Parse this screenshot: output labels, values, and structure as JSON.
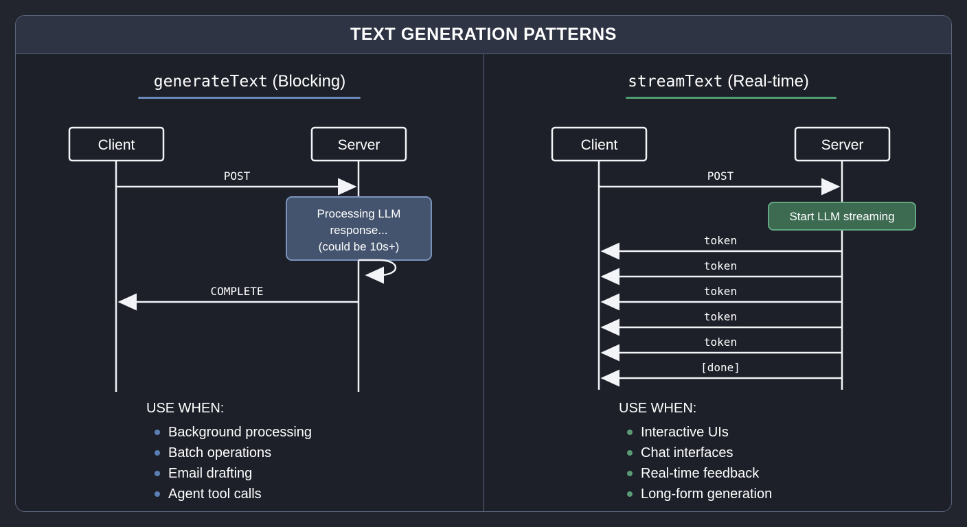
{
  "header": {
    "title": "TEXT GENERATION PATTERNS"
  },
  "accents": {
    "blue_underline": "#6b89b8",
    "green_underline": "#4f9e72",
    "note_blue_fill": "#44546e",
    "note_blue_border": "#7b93bb",
    "note_green_fill": "#3d6b52",
    "note_green_border": "#63a882",
    "line": "#f2f4f8",
    "card_bg": "#1d2029",
    "header_bg": "#2e3444",
    "border": "#5b6479"
  },
  "left_panel": {
    "heading_mono": "generateText",
    "heading_rest": " (Blocking)",
    "actors": [
      {
        "name": "Client"
      },
      {
        "name": "Server"
      }
    ],
    "messages": [
      {
        "label": "POST",
        "direction": "right"
      },
      {
        "label": "COMPLETE",
        "direction": "left"
      }
    ],
    "self_message": {
      "label": ""
    },
    "note": {
      "lines": [
        "Processing LLM",
        "response...",
        "(could be 10s+)"
      ]
    },
    "use_when": {
      "title": "USE WHEN:",
      "items": [
        "Background processing",
        "Batch operations",
        "Email drafting",
        "Agent tool calls"
      ]
    }
  },
  "right_panel": {
    "heading_mono": "streamText",
    "heading_rest": " (Real-time)",
    "actors": [
      {
        "name": "Client"
      },
      {
        "name": "Server"
      }
    ],
    "messages": [
      {
        "label": "POST",
        "direction": "right"
      },
      {
        "label": "token",
        "direction": "left"
      },
      {
        "label": "token",
        "direction": "left"
      },
      {
        "label": "token",
        "direction": "left"
      },
      {
        "label": "token",
        "direction": "left"
      },
      {
        "label": "token",
        "direction": "left"
      },
      {
        "label": "[done]",
        "direction": "left"
      }
    ],
    "note": {
      "lines": [
        "Start LLM streaming"
      ]
    },
    "use_when": {
      "title": "USE WHEN:",
      "items": [
        "Interactive UIs",
        "Chat interfaces",
        "Real-time feedback",
        "Long-form generation"
      ]
    }
  }
}
